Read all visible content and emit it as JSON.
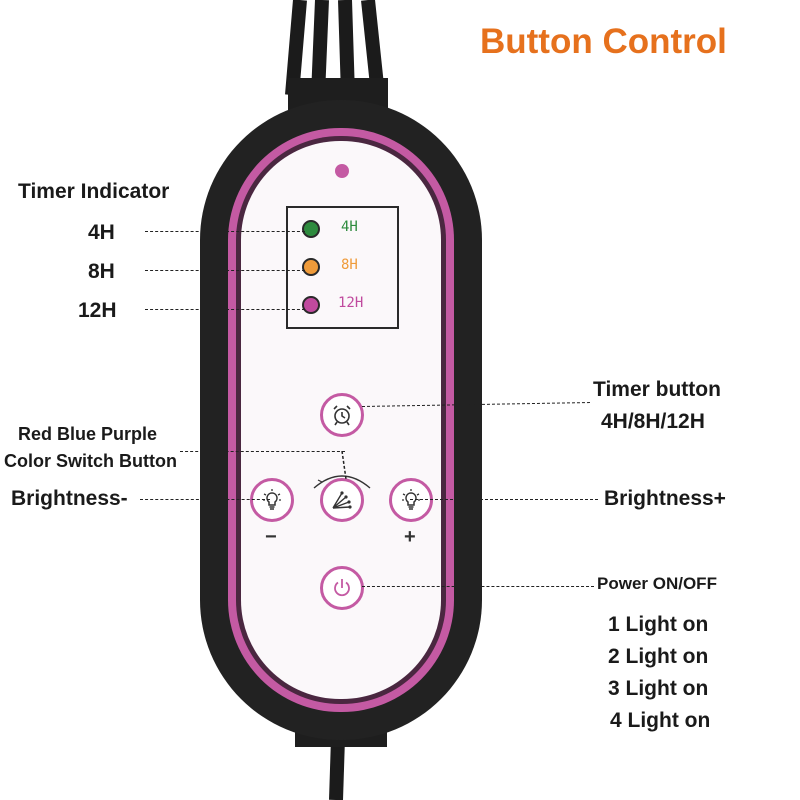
{
  "title": "Button Control",
  "accent_color": "#e6711d",
  "panel": {
    "leds": [
      {
        "label": "4H",
        "color": "#2e8b3e"
      },
      {
        "label": "8H",
        "color": "#ef9b3a"
      },
      {
        "label": "12H",
        "color": "#c04a9e"
      }
    ],
    "minus_sign": "−",
    "plus_sign": "+"
  },
  "callouts": {
    "timer_indicator": "Timer Indicator",
    "timer_4h": "4H",
    "timer_8h": "8H",
    "timer_12h": "12H",
    "timer_button": "Timer button",
    "timer_button_modes": "4H/8H/12H",
    "color_switch_line1": "Red Blue Purple",
    "color_switch_line2": "Color Switch Button",
    "brightness_down": "Brightness-",
    "brightness_up": "Brightness+",
    "power": "Power ON/OFF",
    "light_modes": [
      "1 Light on",
      "2 Light on",
      "3 Light on",
      "4 Light on"
    ]
  },
  "icons": {
    "timer": "alarm-clock-icon",
    "color_switch": "color-rays-icon",
    "brightness_down": "lightbulb-icon",
    "brightness_up": "lightbulb-icon",
    "power": "power-icon"
  }
}
